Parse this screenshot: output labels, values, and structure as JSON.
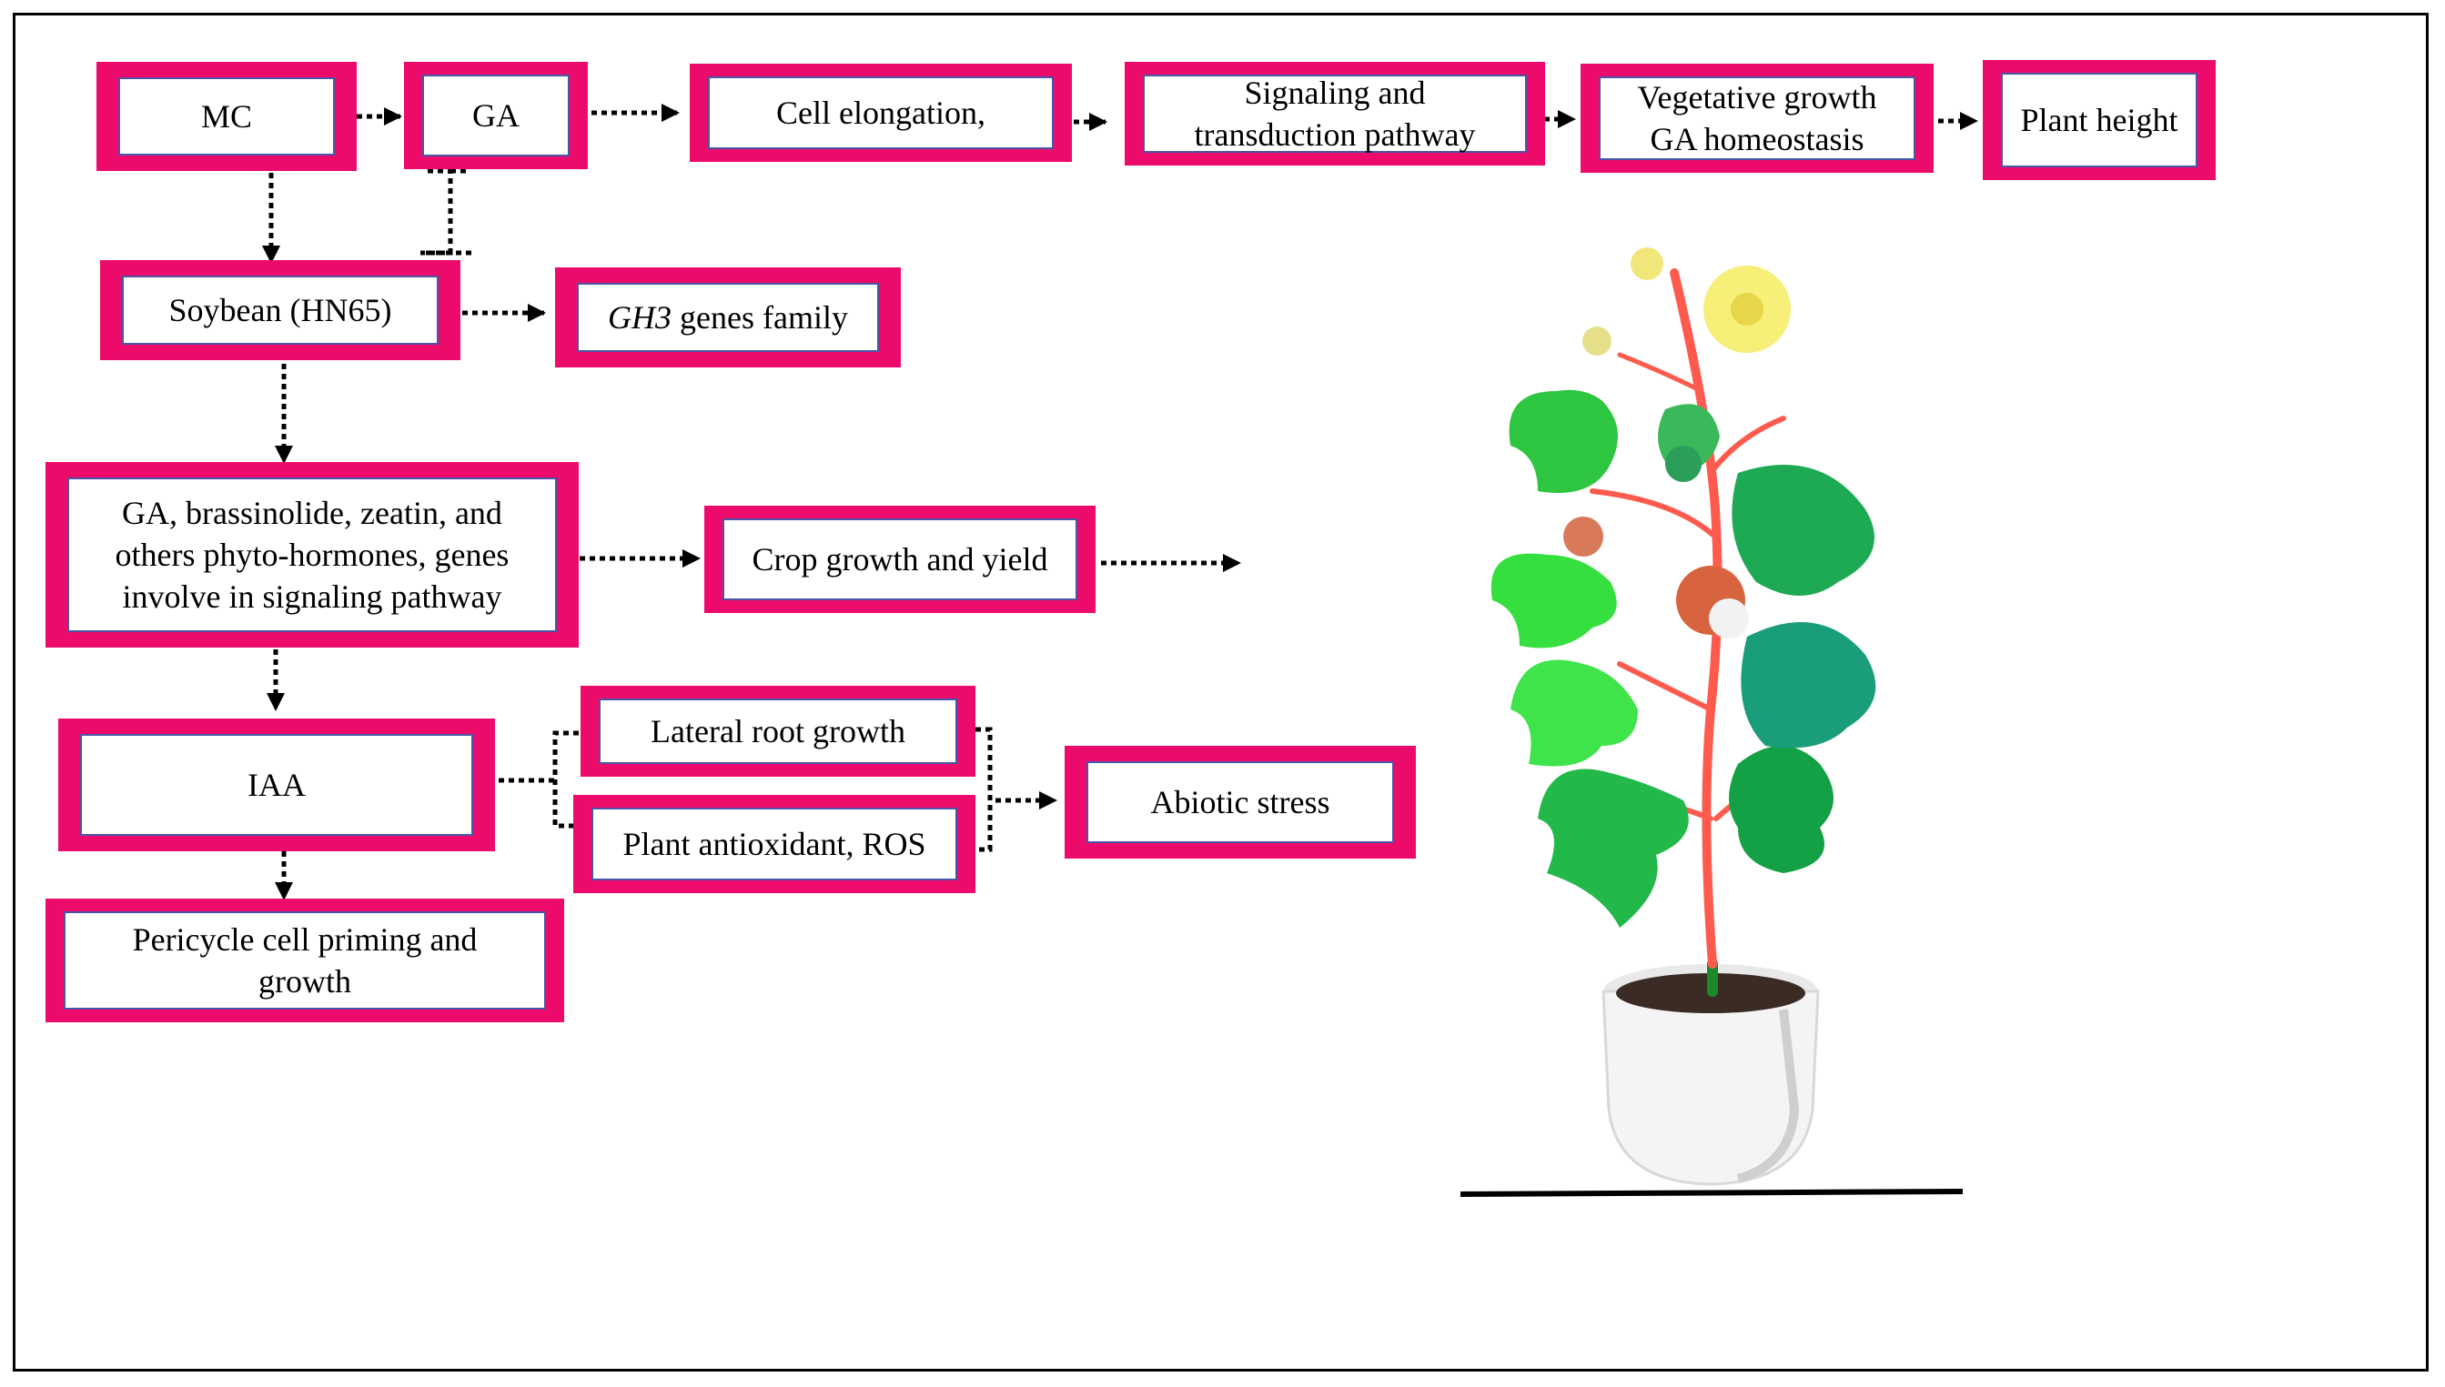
{
  "nodes": {
    "mc": "MC",
    "ga": "GA",
    "cell_elongation": "Cell elongation,",
    "signaling_1": "Signaling and",
    "signaling_2": "transduction pathway",
    "vegetative_1": "Vegetative growth",
    "vegetative_2": "GA homeostasis",
    "plant_height": "Plant height",
    "soybean": "Soybean (HN65)",
    "gh3_italic": "GH3",
    "gh3_rest": " genes family",
    "hormones_1": "GA, brassinolide, zeatin, and",
    "hormones_2": "others phyto-hormones, genes",
    "hormones_3": "involve in signaling pathway",
    "crop_growth": "Crop growth and yield",
    "iaa": "IAA",
    "lateral_root": "Lateral root growth",
    "antioxidant": "Plant antioxidant, ROS",
    "abiotic": "Abiotic stress",
    "pericycle_1": "Pericycle cell priming and",
    "pericycle_2": "growth"
  },
  "colors": {
    "box_fill": "#ec0b6a",
    "box_inner_border": "#4a55a8",
    "arrow": "#000000"
  },
  "illustration": {
    "icon": "cotton-plant-in-pot-icon"
  }
}
